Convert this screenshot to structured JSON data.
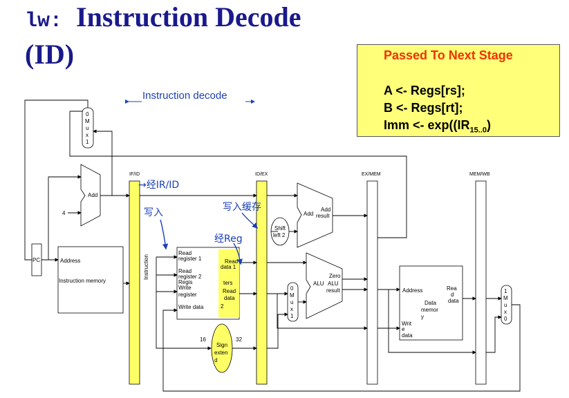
{
  "title": {
    "mono": "lw:",
    "main": "Instruction Decode",
    "line2": "(ID)"
  },
  "note": {
    "heading": "Passed To Next Stage",
    "line_a": "A <- Regs[rs];",
    "line_b": "B <- Regs[rt];",
    "line_c_prefix": "Imm <- exp((IR",
    "line_c_sub": "15..0",
    "line_c_suffix": ")"
  },
  "diagram": {
    "phase_label": "Instruction decode",
    "stages": {
      "ifid": "IF/ID",
      "idex": "ID/EX",
      "exmem": "EX/MEM",
      "memwb": "MEM/WB"
    },
    "pc": "PC",
    "four": "4",
    "add": "Add",
    "add2": "Add",
    "add_result": [
      "Add",
      "result"
    ],
    "shift": [
      "Shift",
      "left 2"
    ],
    "imem": {
      "address": "Address",
      "name": "Instruction  memory"
    },
    "instruction": "Instruction",
    "regs_in": [
      "Read",
      "register 1",
      "Read",
      "register 2",
      "Regis",
      "Write",
      "register",
      "Write  data"
    ],
    "regs_out": [
      "Read",
      "data 1",
      "ters",
      "Read",
      "data",
      "2"
    ],
    "alu": {
      "zero": "Zero",
      "alu": "ALU",
      "result": [
        "ALU",
        "result"
      ]
    },
    "mux_top": [
      "0",
      "M",
      "u",
      "x",
      "1"
    ],
    "mux_alu": [
      "0",
      "M",
      "u",
      "x",
      "1"
    ],
    "mux_wb": [
      "1",
      "M",
      "u",
      "x",
      "0"
    ],
    "dmem": {
      "address": "Address",
      "read": [
        "Rea",
        "d",
        "data"
      ],
      "name": [
        "Data",
        "memor",
        "y"
      ],
      "write": [
        "Writ",
        "e",
        "data"
      ]
    },
    "sign": {
      "in": "16",
      "out": "32",
      "label": [
        "Sign",
        "exten",
        "d"
      ]
    }
  },
  "handwriting": {
    "ifid": "→经IR/ID",
    "write_in": "写入",
    "write_cache": "写入缓存",
    "via_reg": "经Reg"
  },
  "colors": {
    "title": "#1a1a8c",
    "note_bg": "#ffff7a",
    "note_head": "#ee3300",
    "pipeline_reg": "#ffff66",
    "ink": "#1a3fb8"
  }
}
